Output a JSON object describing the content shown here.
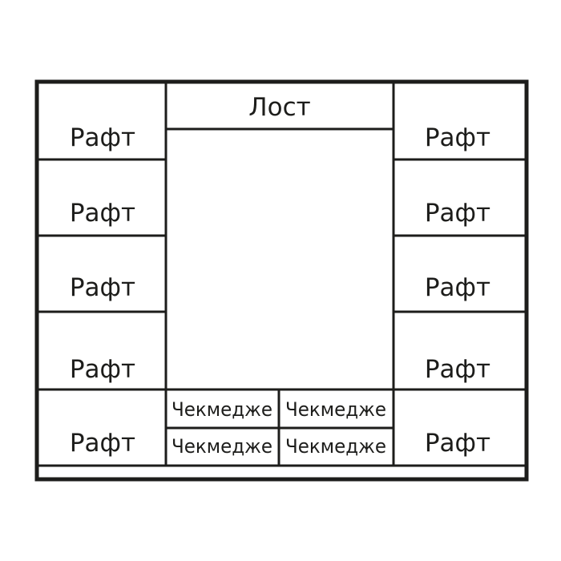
{
  "diagram": {
    "rail_label": "Лост",
    "left_shelves": [
      "Рафт",
      "Рафт",
      "Рафт",
      "Рафт",
      "Рафт"
    ],
    "right_shelves": [
      "Рафт",
      "Рафт",
      "Рафт",
      "Рафт",
      "Рафт"
    ],
    "drawers": [
      "Чекмедже",
      "Чекмедже",
      "Чекмедже",
      "Чекмедже"
    ],
    "line_color": "#1d1d1b",
    "background_color": "#ffffff"
  }
}
